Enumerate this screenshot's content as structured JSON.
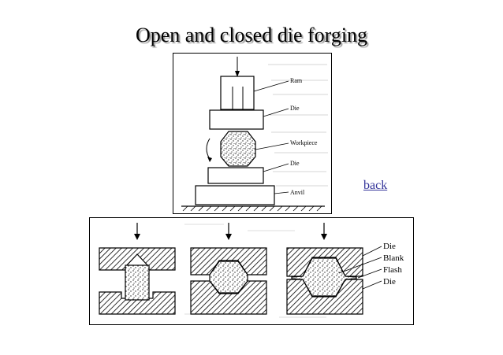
{
  "title": "Open and closed die forging",
  "back_link": "back",
  "open_die_figure": {
    "labels": {
      "ram": "Ram",
      "die_upper": "Die",
      "workpiece": "Workpiece",
      "die_lower": "Die",
      "anvil": "Anvil"
    }
  },
  "closed_die_figure": {
    "labels": {
      "die_upper": "Die",
      "blank": "Blank",
      "flash": "Flash",
      "die_lower": "Die"
    }
  }
}
